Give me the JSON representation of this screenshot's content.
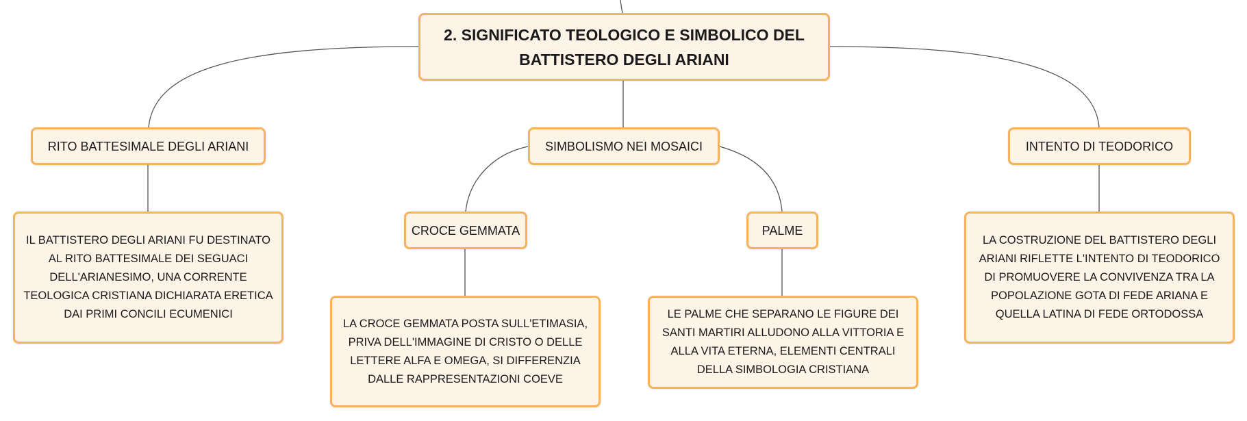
{
  "root": {
    "title_line1": "2. SIGNIFICATO TEOLOGICO E SIMBOLICO DEL",
    "title_line2": "BATTISTERO DEGLI ARIANI"
  },
  "branches": {
    "rito": {
      "label": "RITO BATTESIMALE DEGLI ARIANI",
      "detail": "IL BATTISTERO DEGLI ARIANI FU DESTINATO AL RITO BATTESIMALE DEI SEGUACI DELL'ARIANESIMO, UNA CORRENTE TEOLOGICA CRISTIANA DICHIARATA ERETICA DAI PRIMI CONCILI ECUMENICI"
    },
    "simbolismo": {
      "label": "SIMBOLISMO NEI MOSAICI",
      "croce": {
        "label": "CROCE GEMMATA",
        "detail": "LA CROCE GEMMATA POSTA SULL'ETIMASIA, PRIVA DELL'IMMAGINE DI CRISTO O DELLE LETTERE ALFA E OMEGA, SI DIFFERENZIA DALLE RAPPRESENTAZIONI COEVE"
      },
      "palme": {
        "label": "PALME",
        "detail": "LE PALME CHE SEPARANO LE FIGURE DEI SANTI MARTIRI ALLUDONO ALLA VITTORIA E ALLA VITA ETERNA, ELEMENTI CENTRALI DELLA SIMBOLOGIA CRISTIANA"
      }
    },
    "intento": {
      "label": "INTENTO DI TEODORICO",
      "detail": "LA COSTRUZIONE DEL BATTISTERO DEGLI ARIANI RIFLETTE L'INTENTO DI TEODORICO DI PROMUOVERE LA CONVIVENZA TRA LA POPOLAZIONE GOTA DI FEDE ARIANA E QUELLA LATINA DI FEDE ORTODOSSA"
    }
  },
  "colors": {
    "node_fill": "#fdf3e7",
    "node_border": "#f5b35b",
    "connector": "#555555"
  }
}
